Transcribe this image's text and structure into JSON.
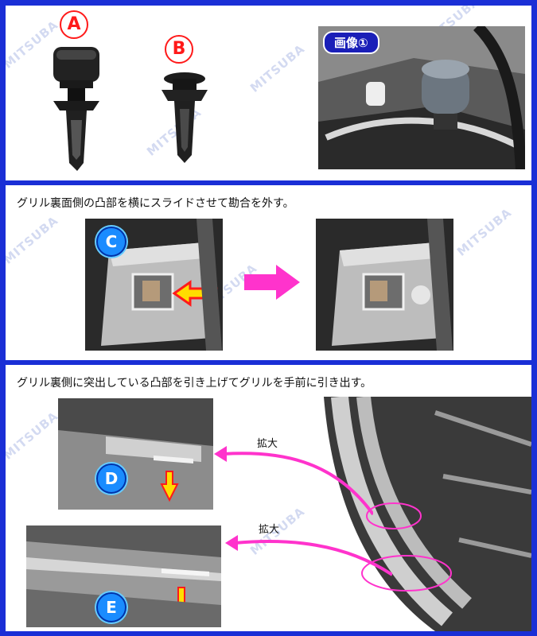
{
  "watermark": "MITSUBA",
  "panel1": {
    "label_a": "A",
    "label_b": "B",
    "image_tag": "画像①"
  },
  "panel2": {
    "caption": "グリル裏面側の凸部を横にスライドさせて勘合を外す。",
    "label_c": "C"
  },
  "panel3": {
    "caption": "グリル裏側に突出している凸部を引き上げてグリルを手前に引き出す。",
    "label_d": "D",
    "label_e": "E",
    "zoom_label_1": "拡大",
    "zoom_label_2": "拡大"
  },
  "colors": {
    "frame_blue": "#1a2fd6",
    "accent_red": "#ff1a1a",
    "arrow_magenta": "#ff33cc",
    "arrow_yellow": "#ffdd00",
    "badge_blue": "#1a8cff"
  }
}
